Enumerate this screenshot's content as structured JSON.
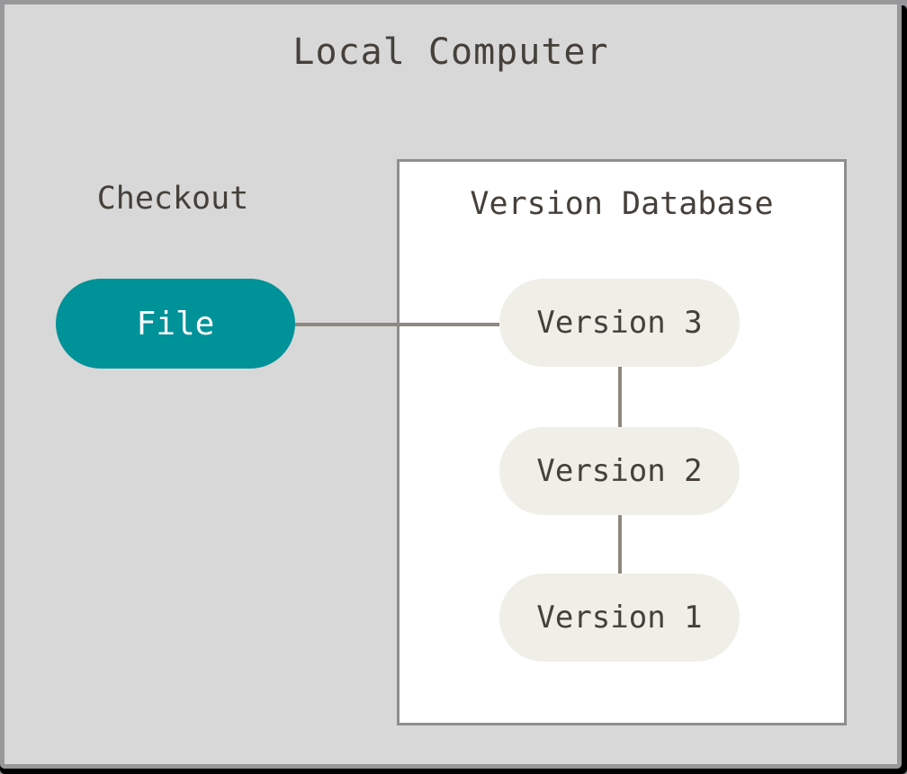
{
  "diagram": {
    "title": "Local Computer",
    "checkout": {
      "label": "Checkout",
      "file_node": "File"
    },
    "version_database": {
      "title": "Version Database",
      "versions": [
        "Version 3",
        "Version 2",
        "Version 1"
      ]
    },
    "connections": [
      {
        "from": "File",
        "to": "Version 3"
      },
      {
        "from": "Version 3",
        "to": "Version 2"
      },
      {
        "from": "Version 2",
        "to": "Version 1"
      }
    ],
    "colors": {
      "bg": "#D8D8D8",
      "frame-border": "#98989A",
      "shadow": "#000000",
      "box-bg": "#FFFFFF",
      "box-border": "#8E8E8E",
      "text": "#45403A",
      "file-bg": "#009299",
      "file-text": "#FFFFFF",
      "version-bg": "#EFEFE8",
      "line": "#8E8881"
    }
  }
}
